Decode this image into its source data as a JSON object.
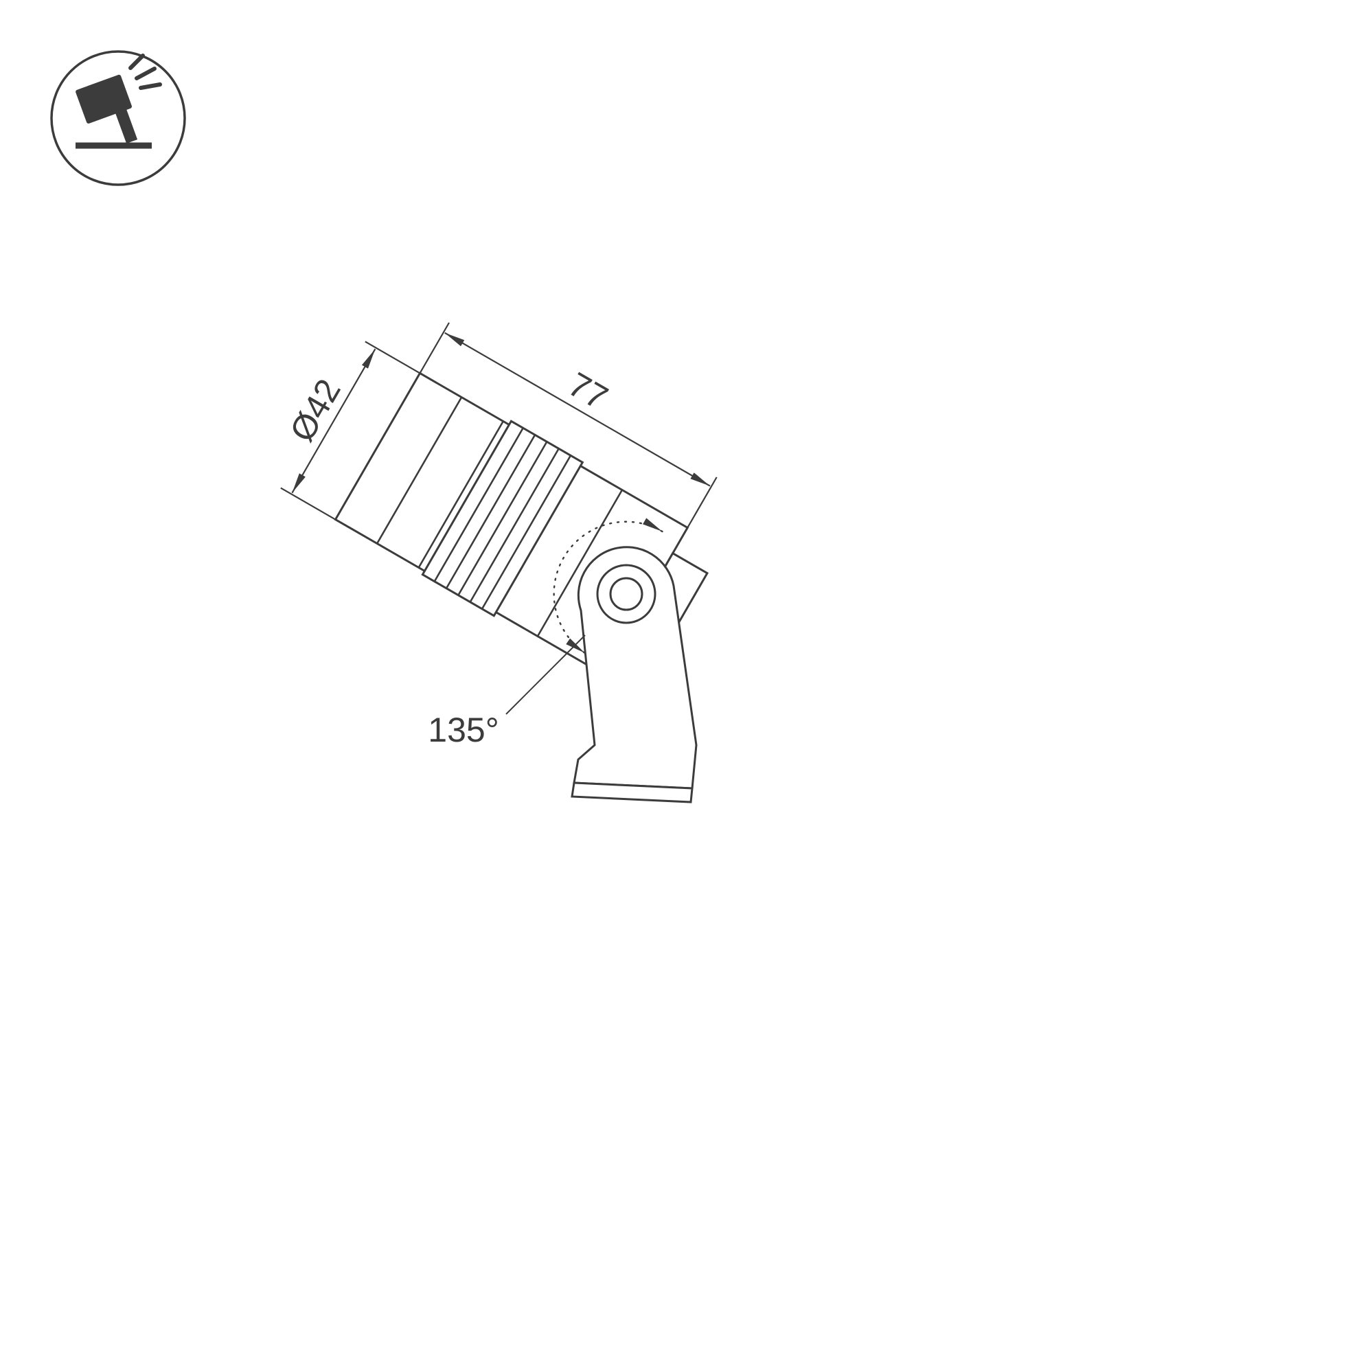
{
  "meta": {
    "title": "Spotlight fixture technical dimension drawing"
  },
  "colors": {
    "line": "#3c3c3c",
    "background": "#ffffff"
  },
  "icon": {
    "name": "tilted-spotlight-on-stand"
  },
  "drawing": {
    "type": "technical-dimension-diagram",
    "object": "cylindrical LED spotlight on adjustable mounting bracket",
    "dimensions": {
      "diameter": "Ø42",
      "length": "77",
      "angle": "135°"
    }
  }
}
